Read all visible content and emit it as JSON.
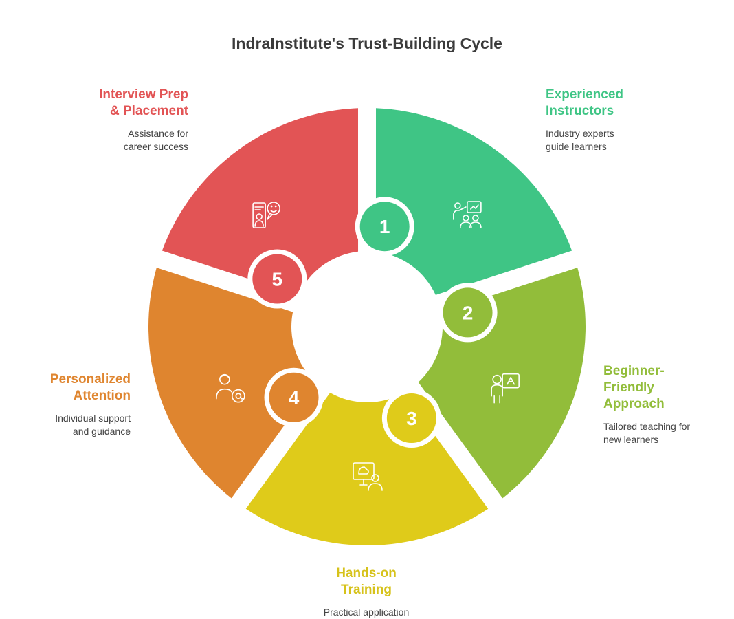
{
  "title": "IndraInstitute's Trust-Building Cycle",
  "colors": {
    "green": "#3fc585",
    "lime": "#92bd3a",
    "yellow": "#dfcb1a",
    "orange": "#df852f",
    "red": "#e25455"
  },
  "steps": [
    {
      "number": "1",
      "title_lines": [
        "Experienced",
        "Instructors"
      ],
      "desc_lines": [
        "Industry experts",
        "guide learners"
      ],
      "icon": "instructor-presenting-icon",
      "color": "#3fc585"
    },
    {
      "number": "2",
      "title_lines": [
        "Beginner-",
        "Friendly",
        "Approach"
      ],
      "desc_lines": [
        "Tailored teaching for",
        "new learners"
      ],
      "icon": "learner-board-icon",
      "color": "#92bd3a"
    },
    {
      "number": "3",
      "title_lines": [
        "Hands-on",
        "Training"
      ],
      "desc_lines": [
        "Practical application"
      ],
      "icon": "computer-training-icon",
      "color": "#dfcb1a"
    },
    {
      "number": "4",
      "title_lines": [
        "Personalized",
        "Attention"
      ],
      "desc_lines": [
        "Individual support",
        "and guidance"
      ],
      "icon": "person-contact-icon",
      "color": "#df852f"
    },
    {
      "number": "5",
      "title_lines": [
        "Interview Prep",
        "& Placement"
      ],
      "desc_lines": [
        "Assistance for",
        "career success"
      ],
      "icon": "interview-chat-icon",
      "color": "#e25455"
    }
  ]
}
